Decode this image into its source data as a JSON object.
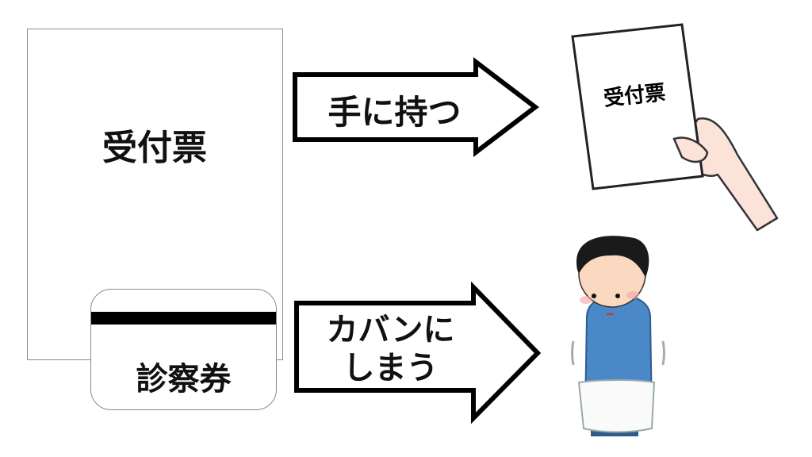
{
  "slip": {
    "label": "受付票"
  },
  "card": {
    "label": "診察券"
  },
  "arrow_top": {
    "label": "手に持つ"
  },
  "arrow_bottom": {
    "line1": "カバンに",
    "line2": "しまう"
  },
  "held_paper": {
    "label": "受付票"
  }
}
